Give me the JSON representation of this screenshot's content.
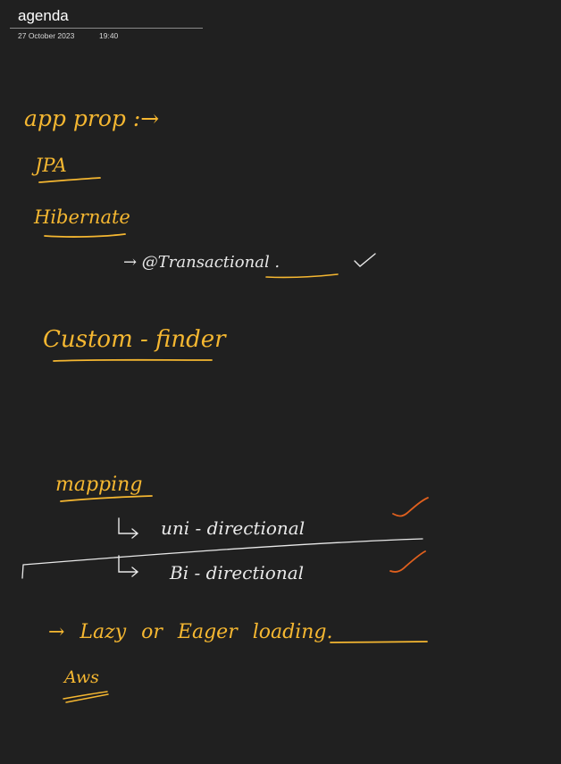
{
  "page": {
    "title": "agenda",
    "date": "27 October 2023",
    "time": "19:40"
  },
  "notes": {
    "app_prop": "app prop :→",
    "jpa": "JPA",
    "hibernate": "Hibernate",
    "transactional": "→ @Transactional .",
    "custom_finder": "Custom - finder",
    "mapping": "mapping",
    "uni_directional": "uni - directional",
    "bi_directional": "Bi - directional",
    "lazy_eager": "→ Lazy or Eager loading.",
    "aws": "Aws"
  },
  "colors": {
    "background": "#202020",
    "ink_yellow": "#f5b731",
    "ink_white": "#e8e8e8",
    "ink_orange": "#e0601e",
    "header_text": "#ffffff"
  }
}
